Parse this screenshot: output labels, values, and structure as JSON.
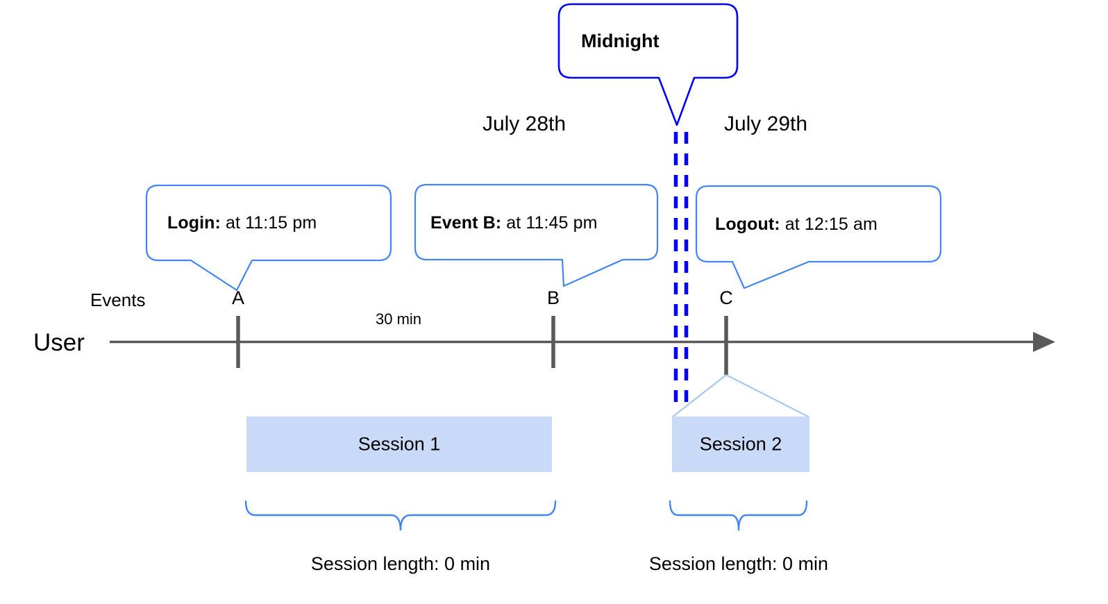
{
  "diagram": {
    "title_callouts": {
      "midnight": "Midnight"
    },
    "dates": [
      {
        "label": "July 28th"
      },
      {
        "label": "July 29th"
      }
    ],
    "axis": {
      "row_label": "User",
      "events_label": "Events",
      "interval_label": "30 min",
      "arrow_color": "#595959",
      "tick_color": "#595959"
    },
    "events": [
      {
        "point": "A",
        "callout_lead": "Login:",
        "callout_rest": " at 11:15 pm"
      },
      {
        "point": "B",
        "callout_lead": "Event B:",
        "callout_rest": " at 11:45 pm"
      },
      {
        "point": "C",
        "callout_lead": "Logout:",
        "callout_rest": " at 12:15 am"
      }
    ],
    "sessions": [
      {
        "box_label": "Session 1",
        "length_label": "Session length: 0 min"
      },
      {
        "box_label": "Session 2",
        "length_label": "Session length: 0 min"
      }
    ],
    "colors": {
      "callout_border": "#4285f4",
      "midnight_border": "#0000ff",
      "midnight_divider": "#0000ff",
      "session_fill": "#c9daf8",
      "brace": "#4285f4",
      "session_connector": "#a8c7f0"
    }
  }
}
